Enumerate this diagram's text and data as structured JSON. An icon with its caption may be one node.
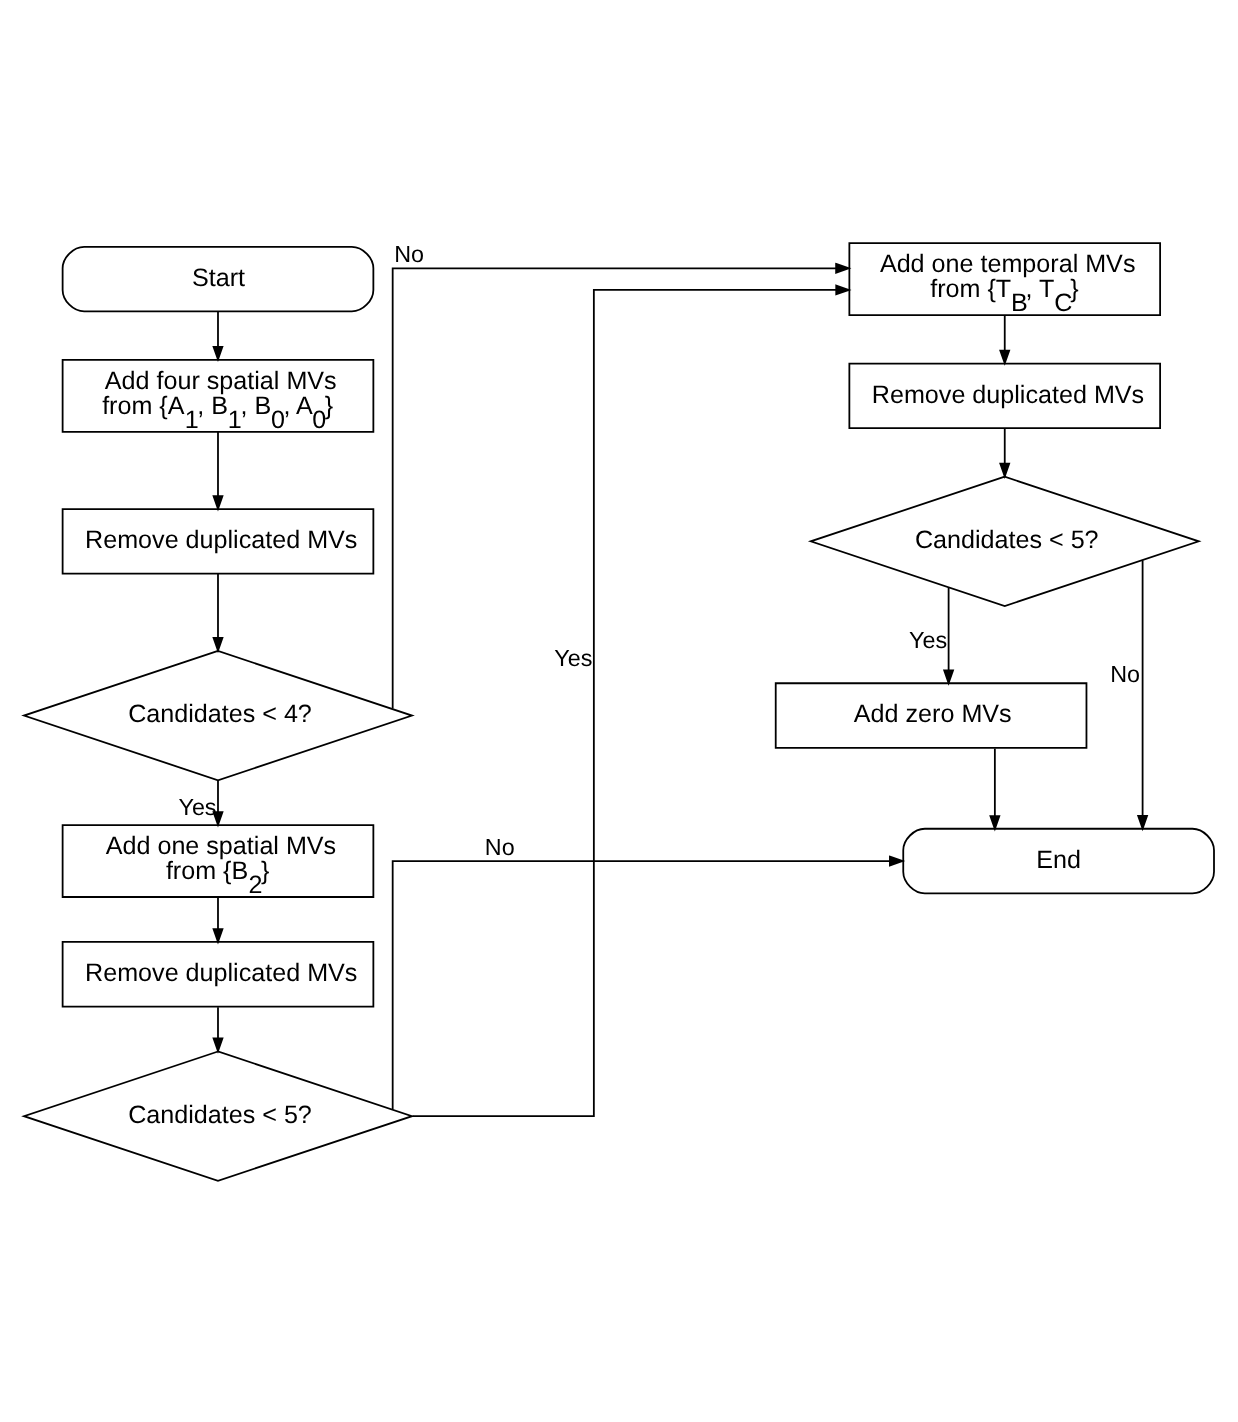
{
  "diagram": {
    "nodes": [
      {
        "text": [
          "Start"
        ]
      },
      {
        "text": [
          "Add four spatial MVs from {A$_{1}$, B$_{1}$, B$_{0}$, A$_{0}$}"
        ]
      },
      {
        "text": [
          "Remove duplicated MVs"
        ]
      },
      {
        "text": [
          "Candidates < 4?"
        ]
      },
      {
        "text": [
          "Add one spatial MVs from {B$_{2}$}"
        ]
      },
      {
        "text": [
          "Remove duplicated MVs"
        ]
      },
      {
        "text": [
          "Candidates < 5?"
        ]
      },
      {
        "text": [
          "Add one temporal MVs from {T$_{B}$, T$_{C}$}"
        ]
      },
      {
        "text": [
          "Remove duplicated MVs"
        ]
      },
      {
        "text": [
          "Candidates < 5?"
        ]
      },
      {
        "text": [
          "Add zero MVs"
        ]
      },
      {
        "text": [
          "End"
        ]
      }
    ],
    "edges": [
      {
        "from": 0,
        "to": 1,
        "arrow": "to"
      },
      {
        "from": 1,
        "to": 2,
        "arrow": "to"
      },
      {
        "from": 2,
        "to": 3,
        "arrow": "to"
      },
      {
        "from": 3,
        "to": 4,
        "arrow": "to",
        "label": "Yes"
      },
      {
        "from": 3,
        "to": 7,
        "arrow": "to",
        "label": "No"
      },
      {
        "from": 4,
        "to": 5,
        "arrow": "to"
      },
      {
        "from": 5,
        "to": 6,
        "arrow": "to"
      },
      {
        "from": 6,
        "to": 7,
        "arrow": "to",
        "label": "Yes"
      },
      {
        "from": 6,
        "to": 11,
        "arrow": "to",
        "label": "No"
      },
      {
        "from": 7,
        "to": 8,
        "arrow": "to"
      },
      {
        "from": 8,
        "to": 9,
        "arrow": "to"
      },
      {
        "from": 9,
        "to": 10,
        "arrow": "to",
        "label": "Yes"
      },
      {
        "from": 9,
        "to": 11,
        "arrow": "to",
        "label": "No"
      },
      {
        "from": 10,
        "to": 11,
        "arrow": "to"
      }
    ]
  }
}
